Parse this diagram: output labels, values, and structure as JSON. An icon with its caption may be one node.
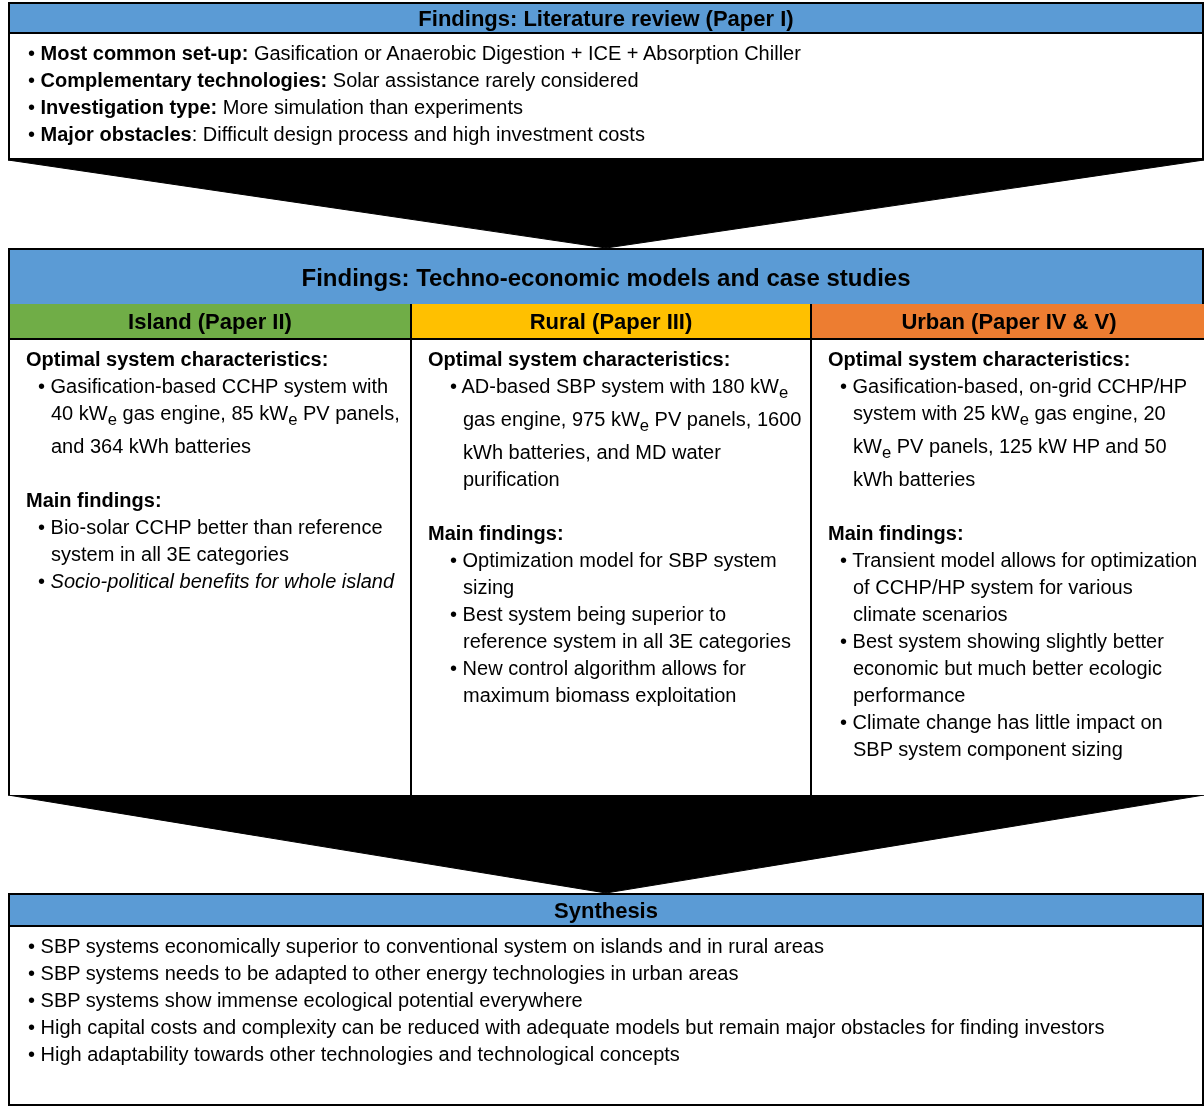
{
  "diagram": {
    "nodes": [
      {
        "text": [
          "Findings: Literature review (Paper I)",
          "• **Most common set-up:** Gasification or Anaerobic Digestion + ICE + Absorption Chiller",
          "• **Complementary technologies:** Solar assistance rarely considered",
          "• **Investigation type:** More simulation than experiments",
          "• **Major obstacles**: Difficult design process and high investment costs"
        ]
      },
      {
        "text": [
          "Findings: Techno-economic models and case studies"
        ]
      },
      {
        "text": [
          "Island (Paper II)",
          "Optimal system characteristics:",
          "• Gasification-based CCHP system with 40 kW$_{e}$ gas engine, 85 kW$_{e}$ PV panels, and 364 kWh batteries",
          "Main findings:",
          "• Bio-solar CCHP better than reference system in all 3E categories",
          "• *Socio-political benefits for whole island*"
        ],
        "in": 1
      },
      {
        "text": [
          "Rural (Paper III)",
          "Optimal system characteristics:",
          "• AD-based SBP system with 180 kW$_{e}$ gas engine, 975 kW$_{e}$ PV panels, 1600 kWh batteries, and MD water purification",
          "Main findings:",
          "• Optimization model for SBP system sizing",
          "• Best system being superior to reference system in all 3E categories",
          "• New control algorithm allows for maximum biomass exploitation"
        ],
        "in": 1
      },
      {
        "text": [
          "Urban (Paper IV & V)",
          "Optimal system characteristics:",
          "• Gasification-based, on-grid CCHP/HP system with 25 kW$_{e}$ gas engine, 20 kW$_{e}$ PV panels, 125 kW HP and 50 kWh batteries",
          "Main findings:",
          "• Transient model allows for optimization of CCHP/HP system for various climate scenarios",
          "• Best system showing slightly better economic but much better ecologic performance",
          "• Climate change has little impact on SBP system component sizing"
        ],
        "in": 1
      },
      {
        "text": [
          "Synthesis",
          "• SBP systems economically superior to conventional system on islands and in rural areas",
          "• SBP systems needs to be adapted to other energy technologies in urban areas",
          "• SBP systems show immense ecological potential everywhere",
          "• High capital costs and complexity can be reduced with adequate models but remain major obstacles for finding investors",
          "• High adaptability towards other technologies and technological concepts"
        ]
      }
    ],
    "edges": [
      {
        "from": 0,
        "to": 1,
        "arrow": "to"
      },
      {
        "from": 1,
        "to": 5,
        "arrow": "to"
      }
    ]
  }
}
